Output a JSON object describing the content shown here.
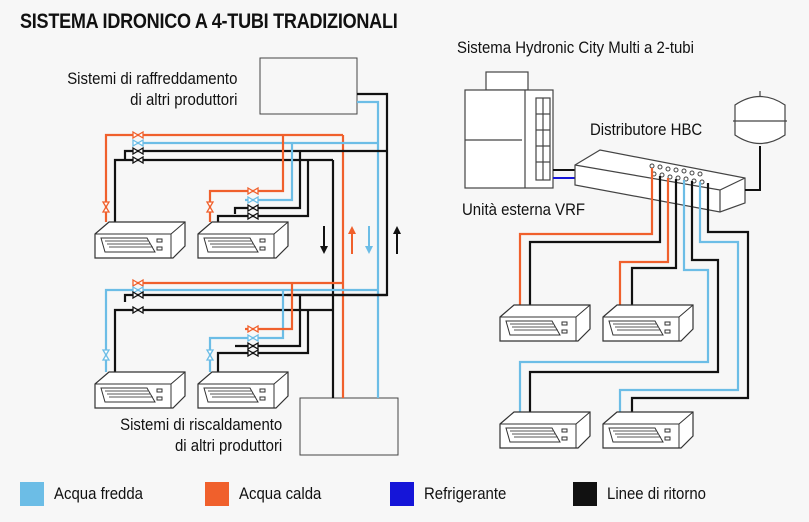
{
  "title": "SISTEMA IDRONICO A 4-TUBI TRADIZIONALI",
  "left": {
    "cooling_label": [
      "Sistemi di raffreddamento",
      "di altri produttori"
    ],
    "heating_label": [
      "Sistemi di riscaldamento",
      "di altri produttori"
    ]
  },
  "right": {
    "system_title": "Sistema Hydronic City Multi a 2-tubi",
    "distributor_label": "Distributore HBC",
    "outdoor_label": "Unità esterna VRF"
  },
  "colors": {
    "cold": "#6cbde6",
    "hot": "#f0602c",
    "refrigerant": "#1515d8",
    "return": "#111111"
  },
  "legend": [
    {
      "label": "Acqua fredda",
      "color": "#6cbde6"
    },
    {
      "label": "Acqua calda",
      "color": "#f0602c"
    },
    {
      "label": "Refrigerante",
      "color": "#1515d8"
    },
    {
      "label": "Linee di ritorno",
      "color": "#111111"
    }
  ]
}
